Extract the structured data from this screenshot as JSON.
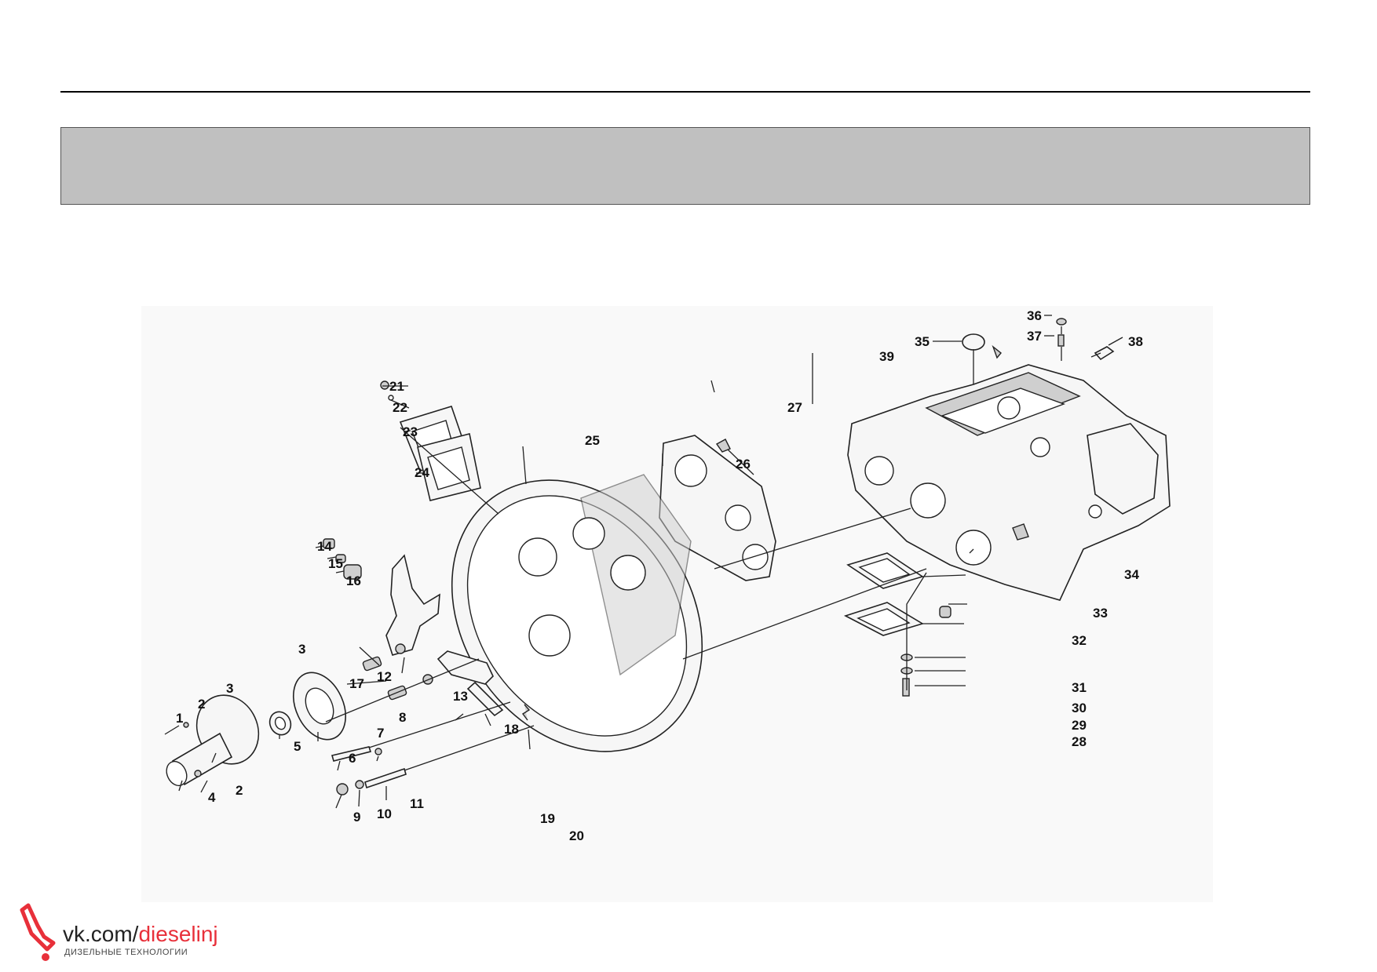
{
  "diagram": {
    "callouts": [
      {
        "id": "1",
        "text": "1"
      },
      {
        "id": "2a",
        "text": "2"
      },
      {
        "id": "2b",
        "text": "2"
      },
      {
        "id": "3a",
        "text": "3"
      },
      {
        "id": "3b",
        "text": "3"
      },
      {
        "id": "4",
        "text": "4"
      },
      {
        "id": "5",
        "text": "5"
      },
      {
        "id": "6",
        "text": "6"
      },
      {
        "id": "7",
        "text": "7"
      },
      {
        "id": "8",
        "text": "8"
      },
      {
        "id": "9",
        "text": "9"
      },
      {
        "id": "10",
        "text": "10"
      },
      {
        "id": "11",
        "text": "11"
      },
      {
        "id": "12",
        "text": "12"
      },
      {
        "id": "13",
        "text": "13"
      },
      {
        "id": "14",
        "text": "14"
      },
      {
        "id": "15",
        "text": "15"
      },
      {
        "id": "16",
        "text": "16"
      },
      {
        "id": "17",
        "text": "17"
      },
      {
        "id": "18",
        "text": "18"
      },
      {
        "id": "19",
        "text": "19"
      },
      {
        "id": "20",
        "text": "20"
      },
      {
        "id": "21",
        "text": "21"
      },
      {
        "id": "22",
        "text": "22"
      },
      {
        "id": "23",
        "text": "23"
      },
      {
        "id": "24",
        "text": "24"
      },
      {
        "id": "25",
        "text": "25"
      },
      {
        "id": "26",
        "text": "26"
      },
      {
        "id": "27",
        "text": "27"
      },
      {
        "id": "28",
        "text": "28"
      },
      {
        "id": "29",
        "text": "29"
      },
      {
        "id": "30",
        "text": "30"
      },
      {
        "id": "31",
        "text": "31"
      },
      {
        "id": "32",
        "text": "32"
      },
      {
        "id": "33",
        "text": "33"
      },
      {
        "id": "34",
        "text": "34"
      },
      {
        "id": "35",
        "text": "35"
      },
      {
        "id": "36",
        "text": "36"
      },
      {
        "id": "37",
        "text": "37"
      },
      {
        "id": "38",
        "text": "38"
      },
      {
        "id": "39",
        "text": "39"
      }
    ]
  },
  "brand": {
    "prefix": "vk.com/",
    "accent": "dieselinj",
    "tagline": "ДИЗЕЛЬНЫЕ ТЕХНОЛОГИИ",
    "accent_color": "#e8303a",
    "icon": "fuel-injector-icon"
  }
}
